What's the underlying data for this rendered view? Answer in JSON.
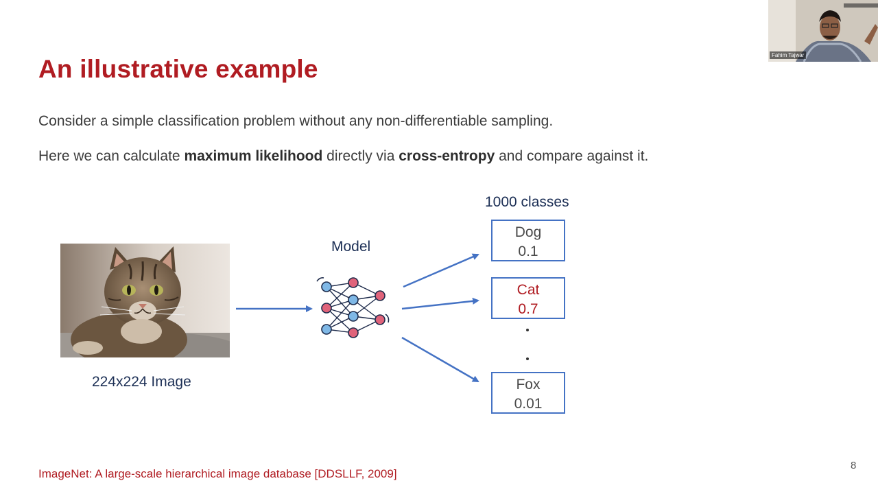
{
  "slide": {
    "title": "An illustrative example",
    "line1": "Consider a simple classification problem without any non-differentiable sampling.",
    "line2": {
      "part1": "Here we can calculate ",
      "bold1": "maximum likelihood",
      "part2": " directly via ",
      "bold2": "cross-entropy",
      "part3": " and compare against it."
    },
    "image_caption": "224x224 Image",
    "model_label": "Model",
    "classes_label": "1000 classes",
    "classes": [
      {
        "name": "Dog",
        "prob": "0.1"
      },
      {
        "name": "Cat",
        "prob": "0.7"
      },
      {
        "name": "Fox",
        "prob": "0.01"
      }
    ],
    "citation": "ImageNet: A large-scale hierarchical image database [DDSLLF, 2009]",
    "page_number": "8"
  },
  "webcam": {
    "participant_name": "Fahim Tajwar"
  },
  "colors": {
    "title": "#b01c22",
    "accent": "#4472c4",
    "highlight": "#b01c22"
  }
}
